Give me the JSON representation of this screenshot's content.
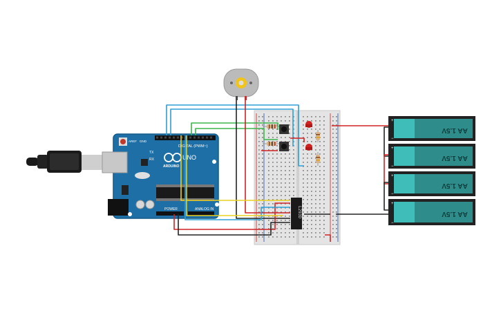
{
  "arduino": {
    "brand": "ARDUINO",
    "model": "UNO",
    "digital_label": "DIGITAL (PWM~)",
    "power_label": "POWER",
    "analog_label": "ANALOG IN",
    "tx_label": "TX",
    "rx_label": "RX",
    "aref_label": "AREF",
    "gnd_label": "GND"
  },
  "ic": {
    "label": "L293D"
  },
  "batteries": [
    {
      "label": "AA 1.5V"
    },
    {
      "label": "AA 1.5V"
    },
    {
      "label": "AA 1.5V"
    },
    {
      "label": "AA 1.5V"
    }
  ],
  "battery_polarity": {
    "plus": "+",
    "minus": "−"
  },
  "colors": {
    "board": "#1d6fa5",
    "breadboard": "#e4e4e4",
    "battery": "#2e8c8a",
    "battery_cap": "#3fbdb9",
    "wire_red": "#d22020",
    "wire_black": "#222222",
    "wire_blue": "#2b9fd6",
    "wire_green": "#3bb54a",
    "wire_yellow": "#e8d020",
    "led_red": "#d02020"
  }
}
